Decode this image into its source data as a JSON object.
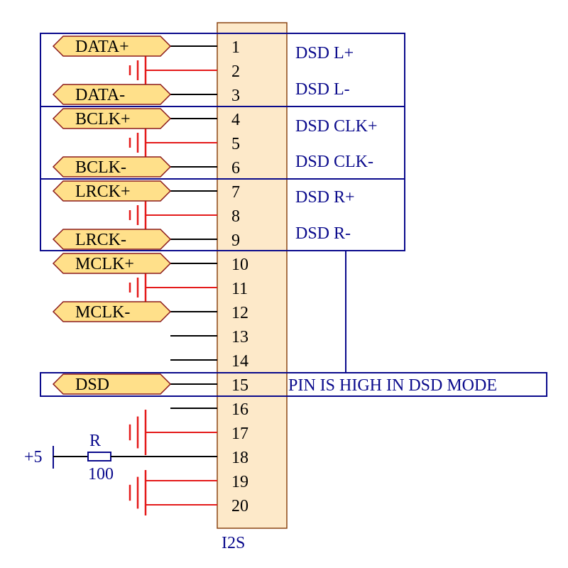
{
  "connector": {
    "name": "I2S",
    "pins": [
      "1",
      "2",
      "3",
      "4",
      "5",
      "6",
      "7",
      "8",
      "9",
      "10",
      "11",
      "12",
      "13",
      "14",
      "15",
      "16",
      "17",
      "18",
      "19",
      "20"
    ]
  },
  "ports": {
    "data_p": "DATA+",
    "data_n": "DATA-",
    "bclk_p": "BCLK+",
    "bclk_n": "BCLK-",
    "lrck_p": "LRCK+",
    "lrck_n": "LRCK-",
    "mclk_p": "MCLK+",
    "mclk_n": "MCLK-",
    "dsd": "DSD"
  },
  "dsd_labels": {
    "l_plus": "DSD L+",
    "l_minus": "DSD L-",
    "clk_plus": "DSD CLK+",
    "clk_minus": "DSD CLK-",
    "r_plus": "DSD R+",
    "r_minus": "DSD R-",
    "mode_note": "PIN IS HIGH IN DSD MODE"
  },
  "resistor": {
    "ref": "R",
    "value": "100",
    "supply": "+5"
  },
  "colors": {
    "box": "#0a0a8c",
    "connector_fill": "#fde9c9",
    "connector_stroke": "#8b4513",
    "port_fill": "#ffe08a",
    "port_stroke": "#8b1a1a",
    "ground_red": "#e41a1a",
    "wire": "#000000"
  }
}
